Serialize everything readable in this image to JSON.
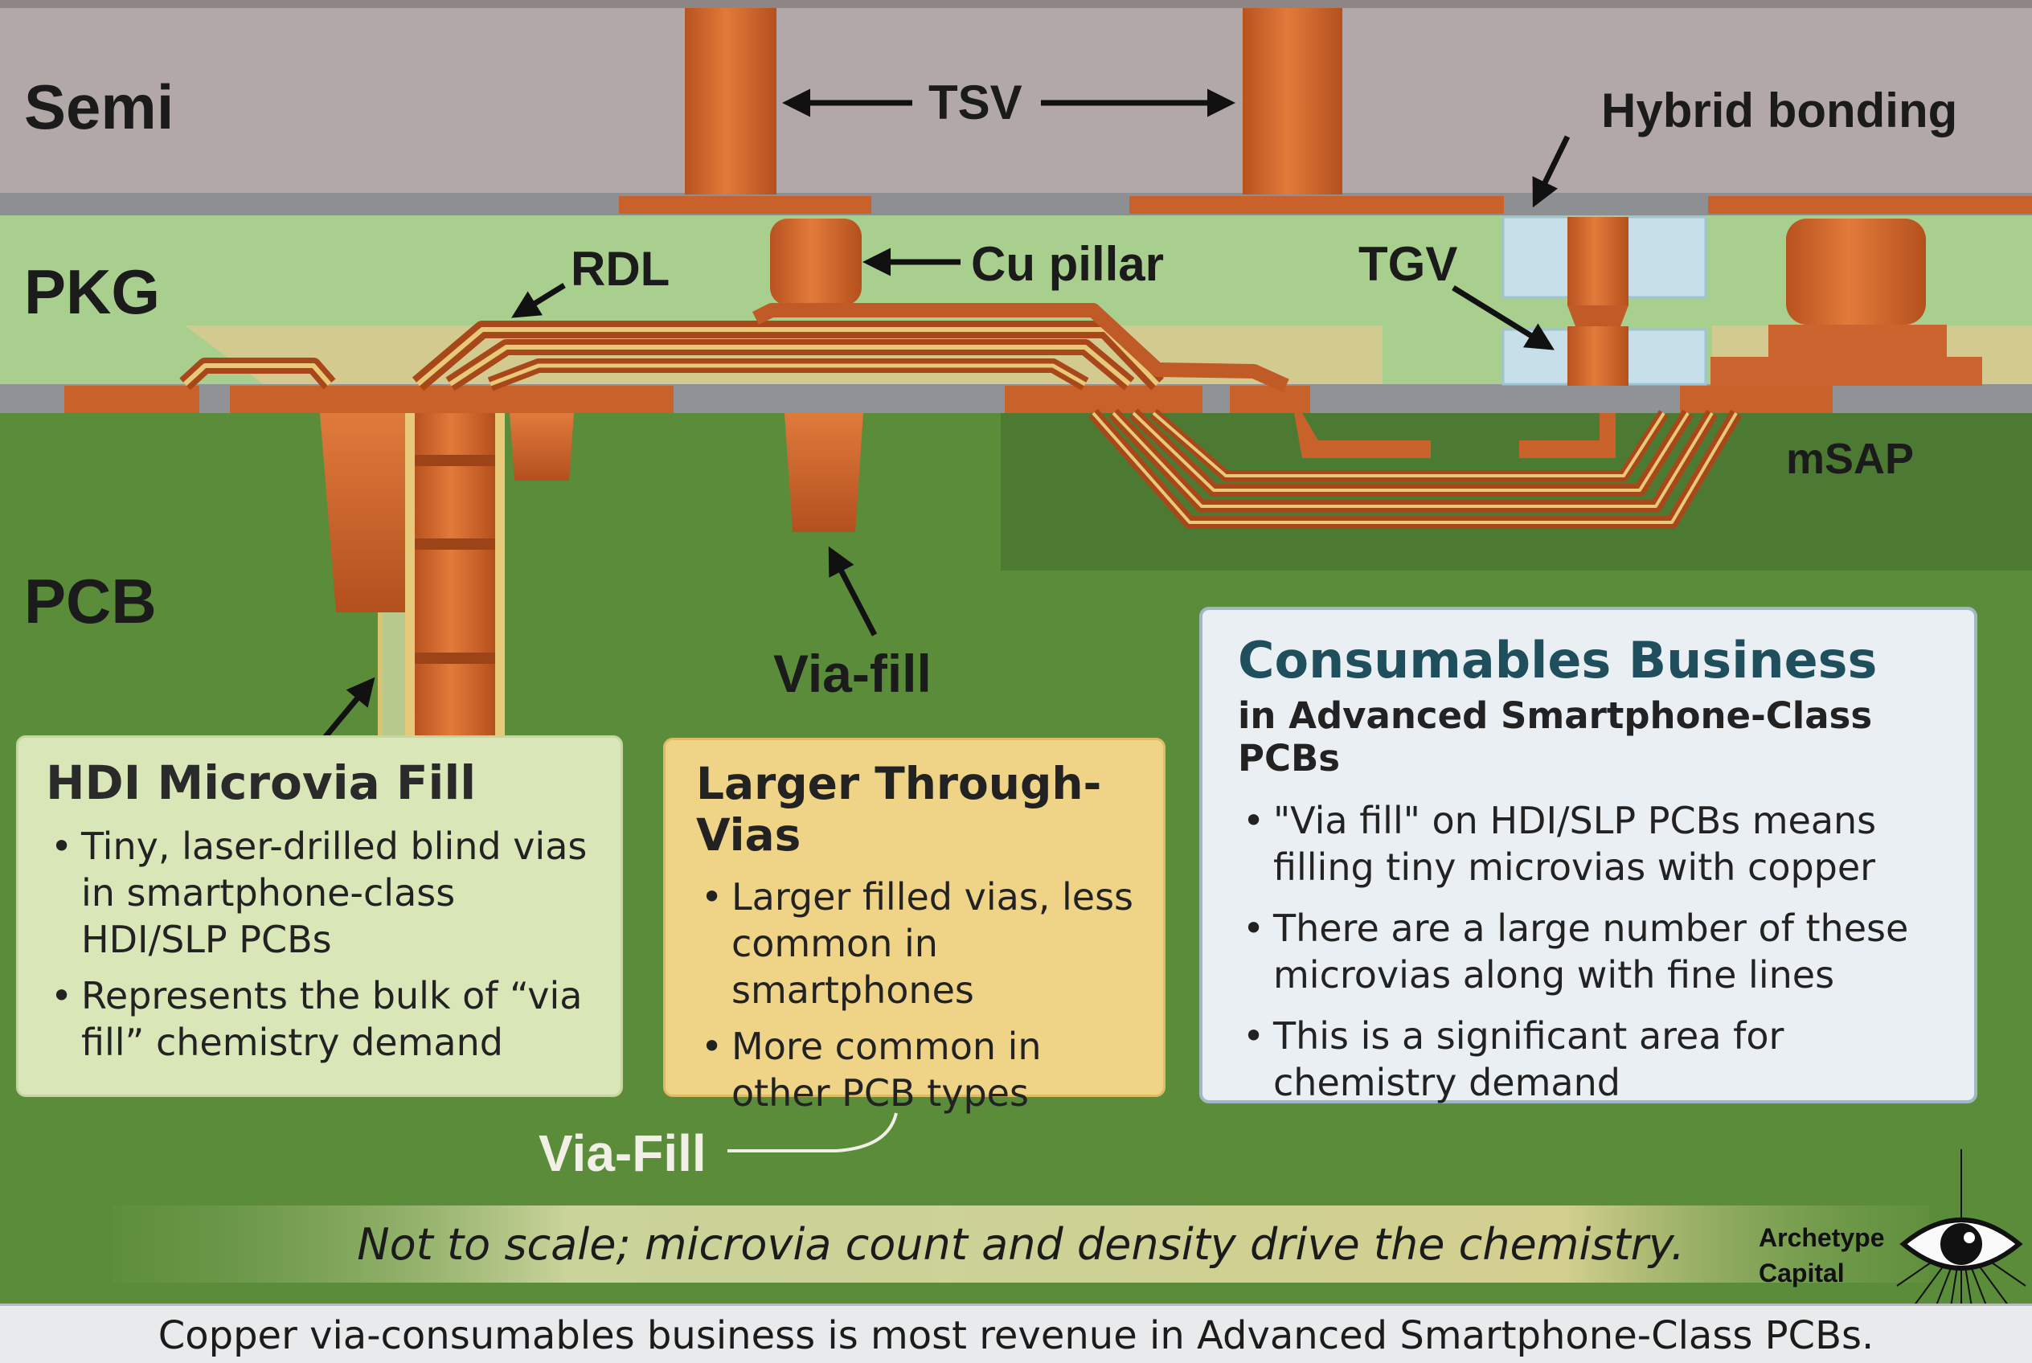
{
  "layers": {
    "semi": "Semi",
    "pkg": "PKG",
    "pcb": "PCB"
  },
  "callouts": {
    "tsv": "TSV",
    "hybrid_bonding": "Hybrid bonding",
    "rdl": "RDL",
    "cu_pillar": "Cu pillar",
    "tgv": "TGV",
    "msap": "mSAP",
    "via_fill": "Via-fill",
    "via_fill_bottom": "Via-Fill"
  },
  "boxes": {
    "hdi": {
      "title": "HDI Microvia Fill",
      "bullets": [
        "Tiny, laser-drilled blind vias in smartphone-class HDI/SLP PCBs",
        "Represents the bulk of “via fill” chemistry demand"
      ]
    },
    "through": {
      "title": "Larger Through-Vias",
      "bullets": [
        "Larger filled vias, less common in smartphones",
        "More common in other PCB types"
      ]
    },
    "consumables": {
      "title": "Consumables Business",
      "subtitle": "in Advanced Smartphone-Class PCBs",
      "bullets": [
        "\"Via fill\" on HDI/SLP PCBs means filling tiny microvias with copper",
        "There are a large number of these microvias along with fine lines",
        "This is a significant area for chemistry demand"
      ]
    }
  },
  "note": "Not to scale; microvia count and density drive the chemistry.",
  "brand": {
    "line1": "Archetype",
    "line2": "Capital"
  },
  "caption": "Copper via-consumables business is most revenue in Advanced Smartphone-Class PCBs.",
  "colors": {
    "semi": "#b3a8a8",
    "pkg": "#a9cf8f",
    "pcb": "#5a8c3a",
    "copper": "#d2692e",
    "glass": "#c6dfe9",
    "gold": "#e8c97a"
  }
}
